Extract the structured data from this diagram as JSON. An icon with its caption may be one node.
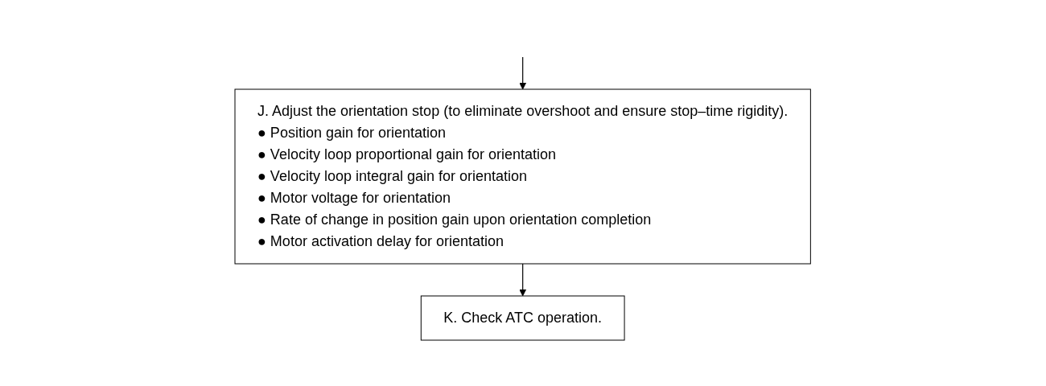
{
  "diagram": {
    "nodes": [
      {
        "text": [
          "J. Adjust the orientation stop (to eliminate overshoot and ensure stop–time rigidity).",
          "● Position gain for orientation",
          "● Velocity loop proportional gain for orientation",
          "● Velocity loop integral gain for orientation",
          "● Motor voltage for orientation",
          "● Rate of change in position gain upon orientation completion",
          "● Motor activation delay for orientation"
        ]
      },
      {
        "text": [
          "K. Check ATC operation."
        ]
      }
    ],
    "edges": [
      {
        "from": null,
        "to": 0,
        "arrow": "to"
      },
      {
        "from": 0,
        "to": 1,
        "arrow": "to"
      }
    ]
  }
}
